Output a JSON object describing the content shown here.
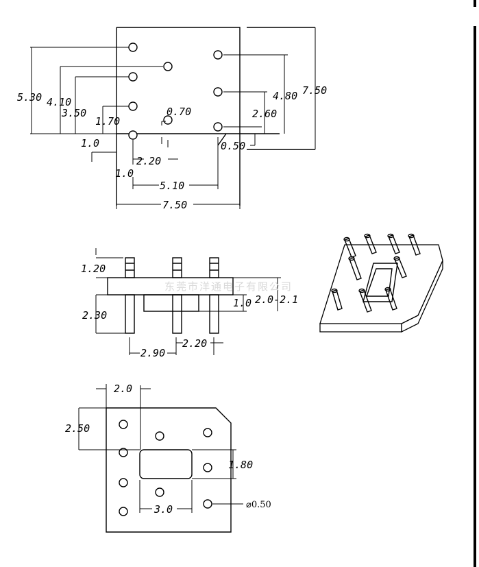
{
  "top_view": {
    "dims": [
      "5.30",
      "4.10",
      "3.50",
      "1.70",
      "1.0",
      "0.70",
      "2.20",
      "1.0",
      "5.10",
      "7.50",
      "4.80",
      "7.50",
      "2.60",
      "0.50"
    ]
  },
  "side_view": {
    "dims": [
      "1.20",
      "2.30",
      "1.0",
      "2.0-2.1",
      "2.90",
      "2.20"
    ]
  },
  "bottom_view": {
    "dims": [
      "2.0",
      "2.50",
      "1.80",
      "3.0"
    ],
    "hole_note": "⌀0.50"
  },
  "watermark": "东莞市洋通电子有限公司"
}
